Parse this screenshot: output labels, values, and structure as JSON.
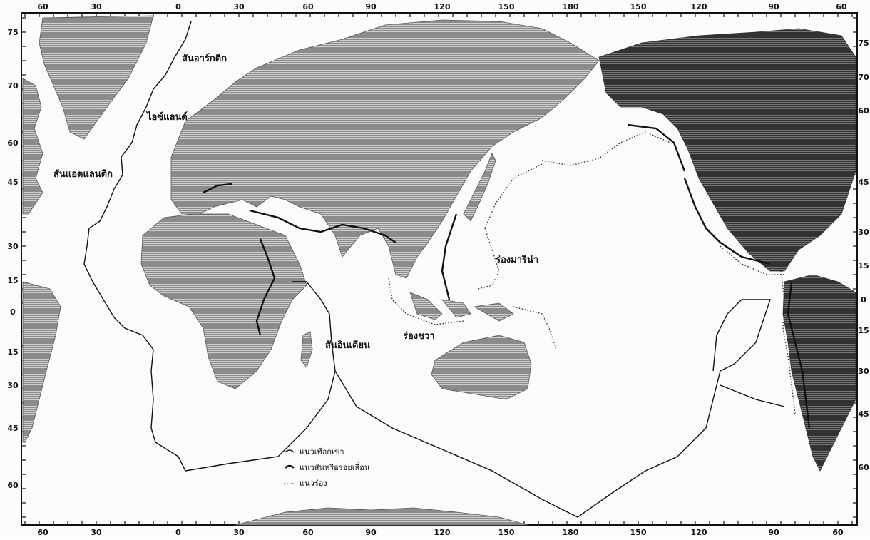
{
  "map": {
    "top_longitude_labels": [
      "60",
      "30",
      "0",
      "30",
      "60",
      "90",
      "120",
      "150",
      "180",
      "150",
      "120",
      "90",
      "60"
    ],
    "bottom_longitude_labels": [
      "60",
      "30",
      "0",
      "30",
      "60",
      "90",
      "120",
      "150",
      "180",
      "150",
      "120",
      "90",
      "60"
    ],
    "left_latitude_labels": [
      "75",
      "70",
      "60",
      "45",
      "30",
      "15",
      "0",
      "15",
      "30",
      "45",
      "60"
    ],
    "right_latitude_labels": [
      "75",
      "70",
      "60",
      "45",
      "30",
      "15",
      "0",
      "15",
      "30",
      "45",
      "60"
    ]
  },
  "places": {
    "arctic_ridge": "สันอาร์กติก",
    "iceland": "ไอซ์แลนด์",
    "atlantic_ridge": "สันแอตแลนติก",
    "mariana_trench": "ร่องมาริน่า",
    "java_trench": "ร่องชวา",
    "indian_ridge": "สันอินเดียน"
  },
  "legend": {
    "items": [
      {
        "symbol": "ridge",
        "label": "แนวเทือกเขา"
      },
      {
        "symbol": "fault",
        "label": "แนวสันหรือรอยเลื่อน"
      },
      {
        "symbol": "trench",
        "label": "แนวร่อง"
      }
    ]
  },
  "colors": {
    "land": "#6e6e6e",
    "land_dark": "#2a2a2a",
    "line": "#111111",
    "background": "#fbfbfa"
  }
}
